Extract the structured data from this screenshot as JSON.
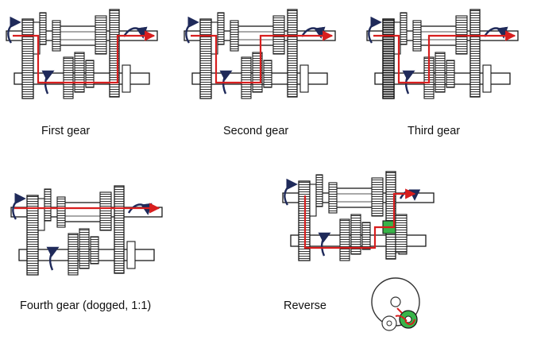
{
  "panels": [
    {
      "id": "first",
      "caption": "First gear"
    },
    {
      "id": "second",
      "caption": "Second gear"
    },
    {
      "id": "third",
      "caption": "Third gear"
    },
    {
      "id": "fourth",
      "caption": "Fourth gear (dogged, 1:1)"
    },
    {
      "id": "reverse",
      "caption": "Reverse"
    }
  ],
  "colors": {
    "line": "#1a1a1a",
    "power_flow": "#d81e1e",
    "rotation_arrow": "#1f2a5a",
    "idler_highlight": "#38b449",
    "background": "#ffffff"
  },
  "icons": [
    "rotation-arrow-icon",
    "flow-arrowhead-icon",
    "idler-gear-icon"
  ]
}
